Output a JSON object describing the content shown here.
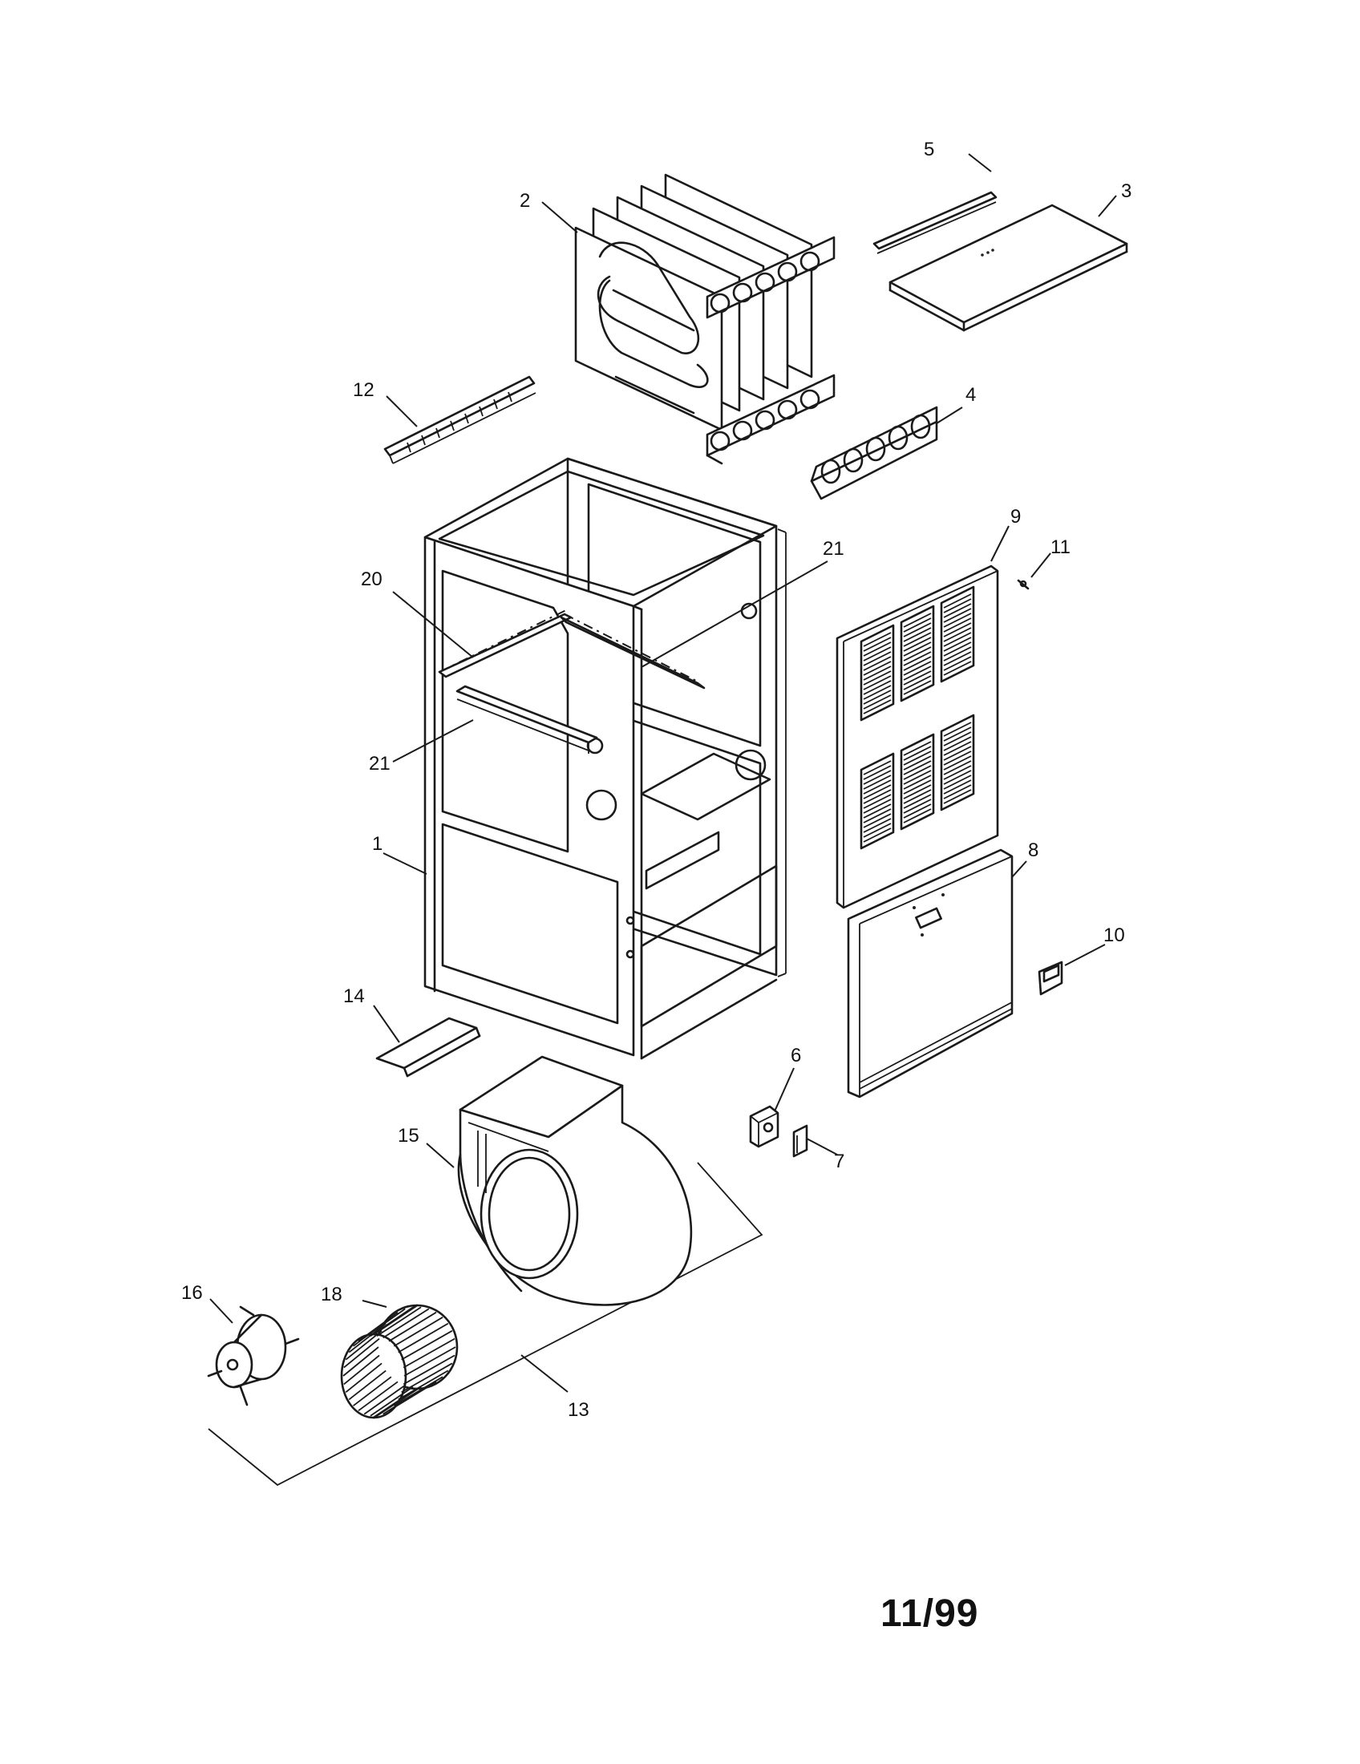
{
  "diagram": {
    "callouts": [
      {
        "id": "1",
        "label": "1"
      },
      {
        "id": "2",
        "label": "2"
      },
      {
        "id": "3",
        "label": "3"
      },
      {
        "id": "4",
        "label": "4"
      },
      {
        "id": "5",
        "label": "5"
      },
      {
        "id": "6",
        "label": "6"
      },
      {
        "id": "7",
        "label": "7"
      },
      {
        "id": "8",
        "label": "8"
      },
      {
        "id": "9",
        "label": "9"
      },
      {
        "id": "10",
        "label": "10"
      },
      {
        "id": "11",
        "label": "11"
      },
      {
        "id": "12",
        "label": "12"
      },
      {
        "id": "13",
        "label": "13"
      },
      {
        "id": "14",
        "label": "14"
      },
      {
        "id": "15",
        "label": "15"
      },
      {
        "id": "16",
        "label": "16"
      },
      {
        "id": "18",
        "label": "18"
      },
      {
        "id": "20",
        "label": "20"
      },
      {
        "id": "21a",
        "label": "21"
      },
      {
        "id": "21b",
        "label": "21"
      }
    ]
  },
  "footer": {
    "date": "11/99"
  }
}
